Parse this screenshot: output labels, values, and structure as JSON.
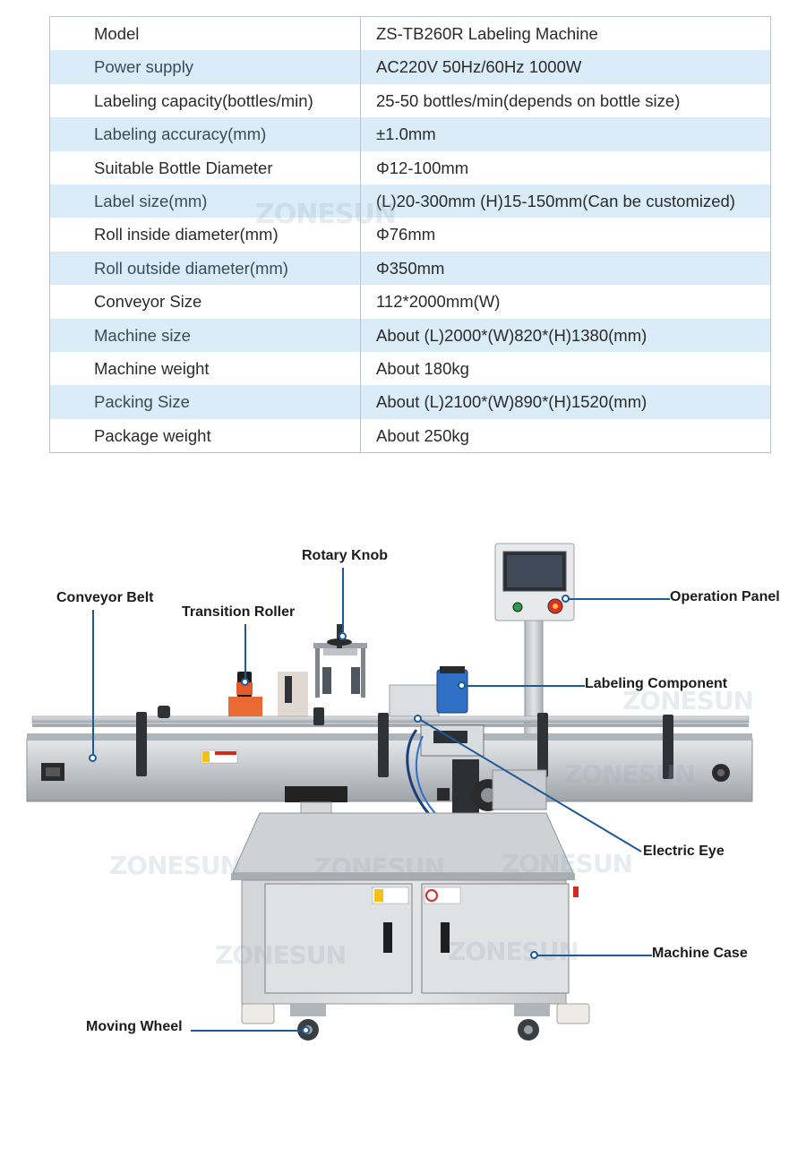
{
  "spec_table": {
    "rows": [
      {
        "label": "Model",
        "value": "ZS-TB260R Labeling Machine"
      },
      {
        "label": "Power supply",
        "value": "AC220V 50Hz/60Hz 1000W"
      },
      {
        "label": "Labeling capacity(bottles/min)",
        "value": "25-50 bottles/min(depends on bottle size)"
      },
      {
        "label": "Labeling accuracy(mm)",
        "value": "±1.0mm"
      },
      {
        "label": "Suitable Bottle Diameter",
        "value": "Φ12-100mm"
      },
      {
        "label": "Label size(mm)",
        "value": "(L)20-300mm (H)15-150mm(Can be customized)"
      },
      {
        "label": "Roll inside diameter(mm)",
        "value": "Φ76mm"
      },
      {
        "label": "Roll outside diameter(mm)",
        "value": "Φ350mm"
      },
      {
        "label": "Conveyor Size",
        "value": "112*2000mm(W)"
      },
      {
        "label": "Machine size",
        "value": "About (L)2000*(W)820*(H)1380(mm)"
      },
      {
        "label": "Machine weight",
        "value": "About 180kg"
      },
      {
        "label": "Packing Size",
        "value": "About (L)2100*(W)890*(H)1520(mm)"
      },
      {
        "label": "Package weight",
        "value": "About 250kg"
      }
    ]
  },
  "watermark": "ZONESUN",
  "diagram": {
    "callouts": {
      "rotary_knob": "Rotary Knob",
      "conveyor_belt": "Conveyor Belt",
      "transition_roller": "Transition Roller",
      "operation_panel": "Operation Panel",
      "labeling_component": "Labeling Component",
      "electric_eye": "Electric Eye",
      "machine_case": "Machine Case",
      "moving_wheel": "Moving Wheel"
    }
  },
  "colors": {
    "row_alt": "#d9ecf7",
    "table_border": "#b9c3cc",
    "callout_line": "#1f5a96",
    "steel": "#c9ccd0",
    "estop_red": "#e03022"
  }
}
